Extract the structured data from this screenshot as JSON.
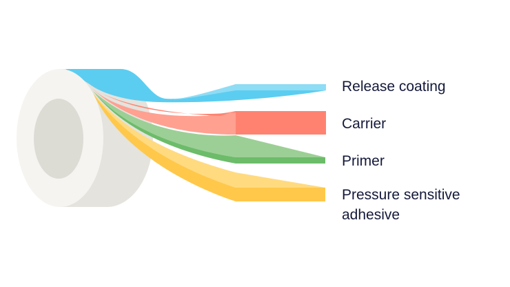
{
  "layers": [
    {
      "label": "Release coating",
      "color": "#5bcdf1",
      "light": "#8fdcf5"
    },
    {
      "label": "Carrier",
      "color": "#ff8270",
      "light": "#ffa091"
    },
    {
      "label": "Primer",
      "color": "#6cbc6a",
      "light": "#9ccf95"
    },
    {
      "label": "Pressure sensitive",
      "label_line2": "adhesive",
      "color": "#ffc84a",
      "light": "#ffda7f"
    }
  ]
}
